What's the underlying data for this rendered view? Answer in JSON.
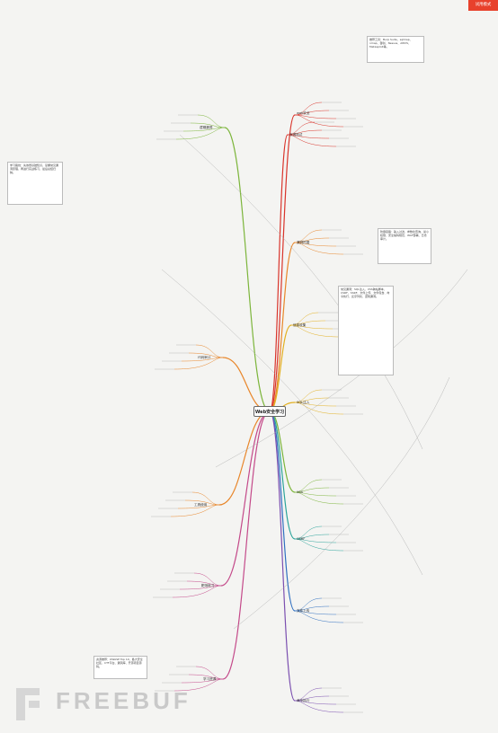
{
  "badge": "试用模式",
  "center": "Web安全学习",
  "logo": "FREEBUF",
  "colors": {
    "red": "#d9342b",
    "orange": "#e8862a",
    "yellow": "#e3b021",
    "green": "#7cb53b",
    "teal": "#2aa39a",
    "blue": "#2f6fc0",
    "purple": "#7b4fb0",
    "pink": "#c44a8a"
  },
  "branches": [
    "web安全",
    "渗透测试",
    "漏洞挖掘",
    "信息收集",
    "SQL注入",
    "XSS",
    "CSRF",
    "文件上传",
    "命令执行",
    "逻辑漏洞",
    "代码审计",
    "工具使用",
    "靶场练习",
    "学习资源"
  ],
  "boxes": [
    "学习路线：先熟悉基础知识，掌握常见漏洞原理，再进行实战练习，最后总结归纳。",
    "推荐工具：Burp Suite、sqlmap、nmap、御剑、Nessus、AWVS、Metasploit等。",
    "常见漏洞：SQL注入、XSS跨站脚本、CSRF、SSRF、文件上传、文件包含、命令执行、反序列化、逻辑漏洞。",
    "防御思路：输入过滤、参数化查询、最小权限、安全编码规范、WAF部署、日志审计。",
    "资源推荐：OWASP Top 10、各大安全社区、CTF平台、漏洞库、开源项目源码。"
  ]
}
